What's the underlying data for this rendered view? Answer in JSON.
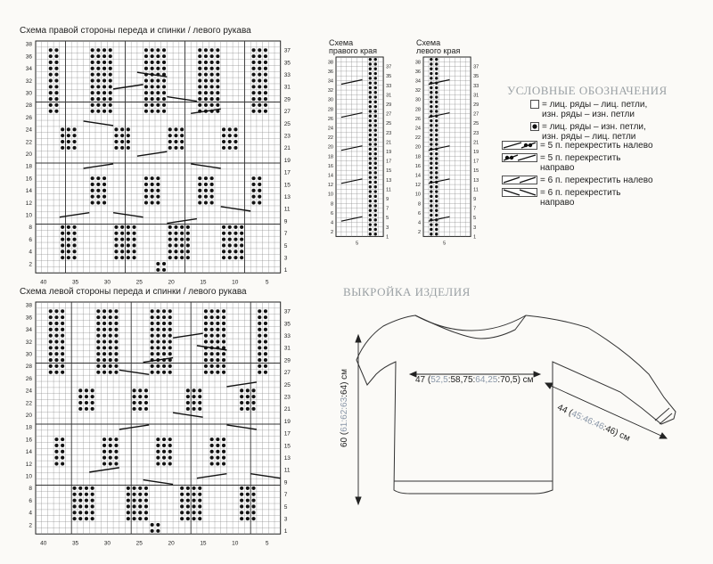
{
  "charts": {
    "right_side_title": "Схема правой стороны переда и спинки / левого рукава",
    "left_side_title": "Схема левой стороны переда и спинки / левого рукава",
    "right_edge_title": [
      "Схема",
      "правого края"
    ],
    "left_edge_title": [
      "Схема",
      "левого края"
    ],
    "left_rows": [
      "38",
      "36",
      "34",
      "32",
      "30",
      "28",
      "26",
      "24",
      "22",
      "20",
      "18",
      "16",
      "14",
      "12",
      "10",
      "8",
      "6",
      "4",
      "2"
    ],
    "right_rows": [
      "37",
      "35",
      "33",
      "31",
      "29",
      "27",
      "25",
      "23",
      "21",
      "19",
      "17",
      "15",
      "13",
      "11",
      "9",
      "7",
      "5",
      "3",
      "1"
    ],
    "bottom_cols": [
      "40",
      "35",
      "30",
      "25",
      "20",
      "15",
      "10",
      "5"
    ],
    "edge_bottom_col": "5"
  },
  "legend": {
    "title": "УСЛОВНЫЕ ОБОЗНАЧЕНИЯ",
    "items": [
      {
        "lines": [
          "= лиц. ряды – лиц. петли,",
          "изн. ряды – изн. петли"
        ]
      },
      {
        "lines": [
          "= лиц. ряды – изн. петли,",
          "изн. ряды – лиц. петли"
        ]
      },
      {
        "lines": [
          "= 5 п. перекрестить налево"
        ]
      },
      {
        "lines": [
          "= 5 п. перекрестить",
          "направо"
        ]
      },
      {
        "lines": [
          "= 6 п. перекрестить налево"
        ]
      },
      {
        "lines": [
          "=  6 п. перекрестить",
          "направо"
        ]
      }
    ]
  },
  "pattern": {
    "title": "ВЫКРОЙКА ИЗДЕЛИЯ",
    "width_main": "47 (",
    "width_sizes": "52,5",
    "width_rest1": ":58,75:",
    "width_sizes2": "64,25",
    "width_rest2": ":70,5) см",
    "sleeve_main": "44 (",
    "sleeve_sizes": "45:46:46",
    "sleeve_rest": ":46) см",
    "height_main": "60 (",
    "height_sizes": "61:62:63",
    "height_rest": ":64) см"
  },
  "colors": {
    "accent": "#8a97a8",
    "section": "#9aa0a4",
    "ink": "#222222"
  }
}
